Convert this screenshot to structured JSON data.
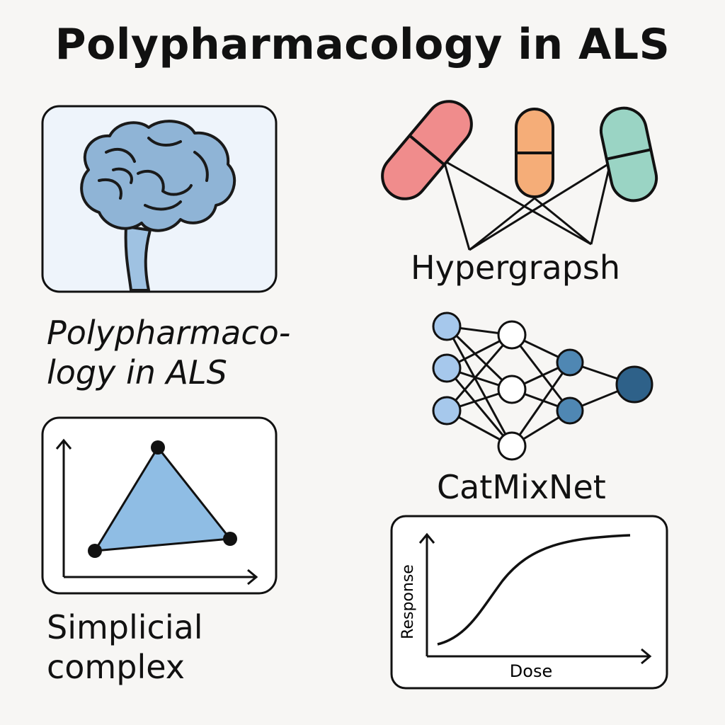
{
  "title": "Polypharmacology in ALS",
  "brain_caption": [
    "Polypharmaco-",
    "logy in ALS"
  ],
  "hypergraph_label": "Hypergrapsh",
  "network_label": "CatMixNet",
  "simplex_label": [
    "Simplicial",
    "complex"
  ],
  "dose_chart": {
    "xlabel": "Dose",
    "ylabel": "Response"
  },
  "colors": {
    "pill_red": "#f08c8c",
    "pill_orange": "#f5ad78",
    "pill_teal": "#9ad4c4",
    "brain": "#8fb4d6",
    "triangle": "#8fbde4",
    "node_light": "#a6c8ec",
    "node_mid": "#4f87b3",
    "node_dark": "#2e6189"
  }
}
